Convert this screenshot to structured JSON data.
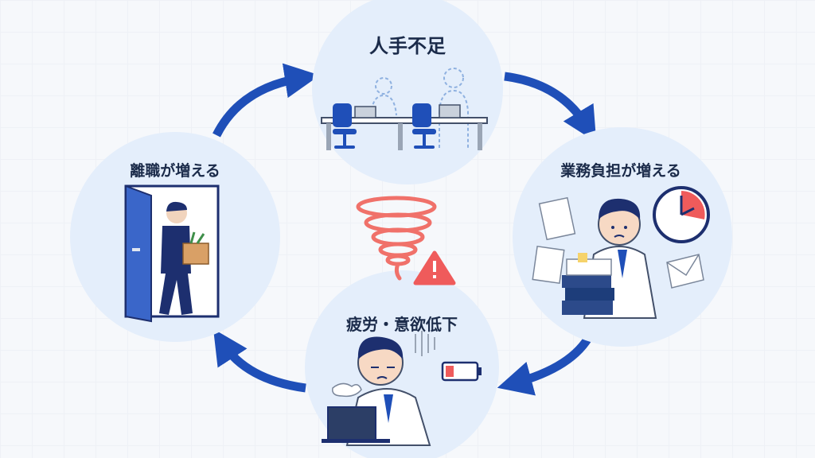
{
  "cycle": {
    "nodes": [
      {
        "id": "top",
        "label": "人手不足"
      },
      {
        "id": "right",
        "label": "業務負担が増える"
      },
      {
        "id": "bottom",
        "label": "疲労・意欲低下"
      },
      {
        "id": "left",
        "label": "離職が増える"
      }
    ]
  },
  "colors": {
    "arrow": "#1f4fb8",
    "circle_fill": "#e4eefb",
    "navy": "#1d2f6f",
    "warning": "#ef5b5b",
    "spiral": "#f0716a"
  },
  "icons": [
    "vicious-cycle-spiral-icon",
    "warning-icon",
    "clock-icon",
    "battery-low-icon",
    "door-icon"
  ]
}
